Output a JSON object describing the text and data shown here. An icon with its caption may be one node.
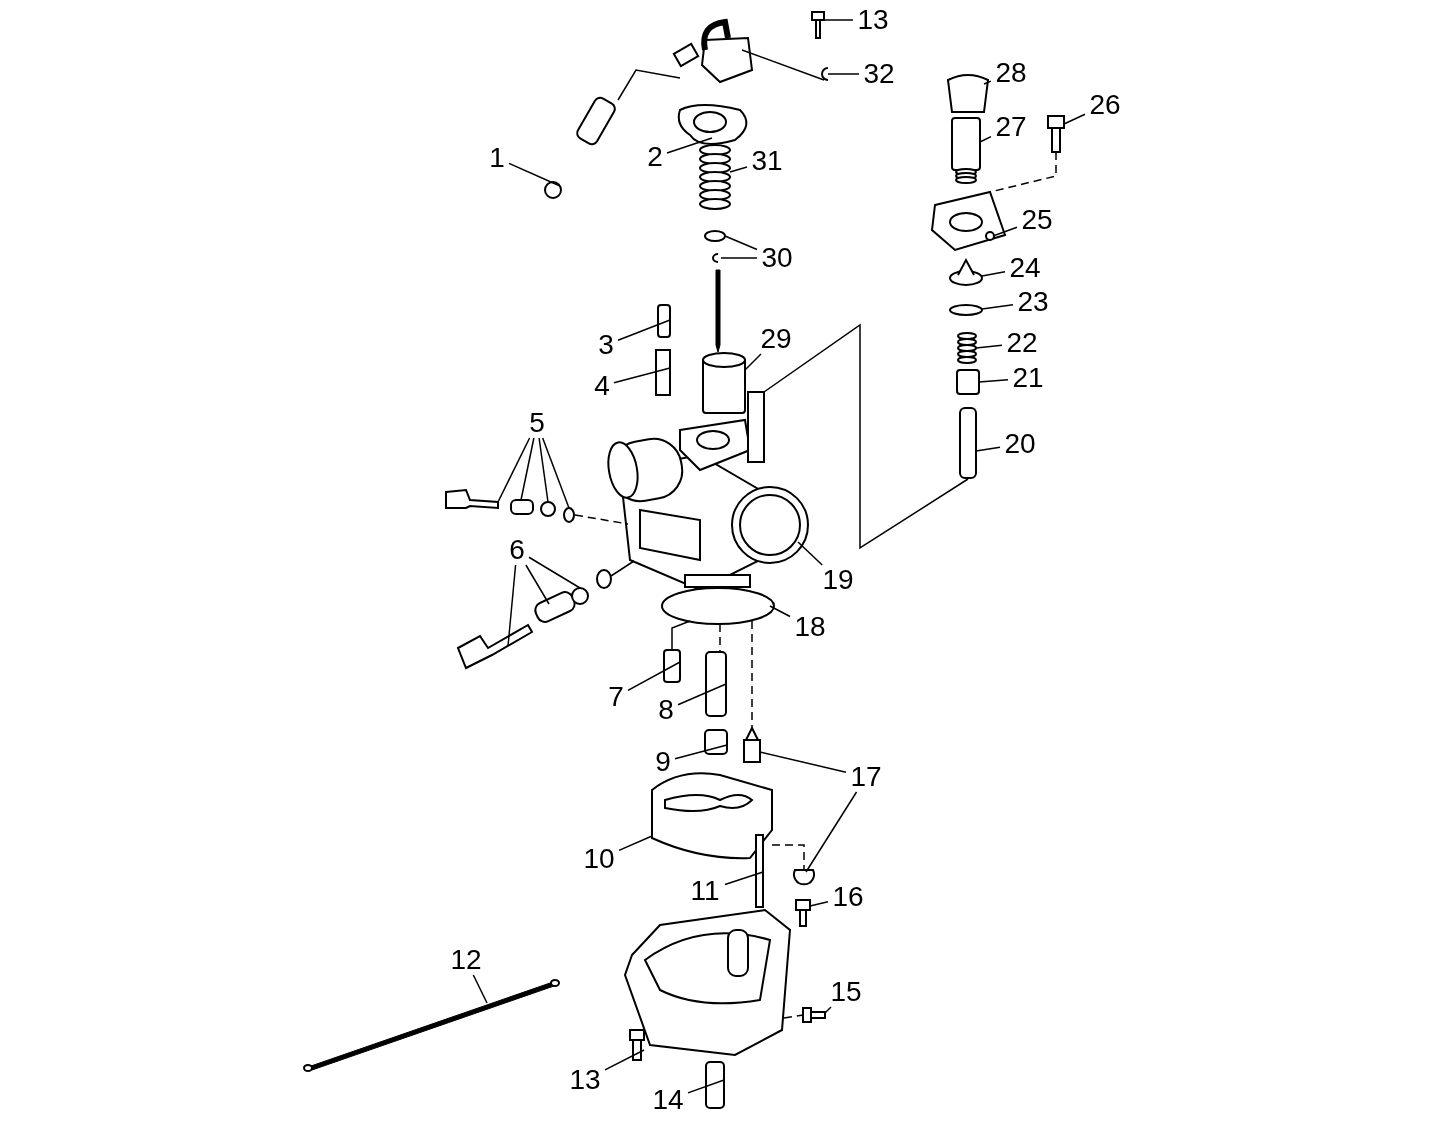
{
  "diagram": {
    "nodes": [
      {
        "text": [
          "13"
        ]
      },
      {
        "text": [
          "32"
        ]
      },
      {
        "text": [
          "28"
        ]
      },
      {
        "text": [
          "26"
        ]
      },
      {
        "text": [
          "27"
        ]
      },
      {
        "text": [
          "1"
        ]
      },
      {
        "text": [
          "2"
        ]
      },
      {
        "text": [
          "31"
        ]
      },
      {
        "text": [
          "25"
        ]
      },
      {
        "text": [
          "30"
        ]
      },
      {
        "text": [
          "24"
        ]
      },
      {
        "text": [
          "23"
        ]
      },
      {
        "text": [
          "29"
        ]
      },
      {
        "text": [
          "22"
        ]
      },
      {
        "text": [
          "3"
        ]
      },
      {
        "text": [
          "21"
        ]
      },
      {
        "text": [
          "4"
        ]
      },
      {
        "text": [
          "5"
        ]
      },
      {
        "text": [
          "20"
        ]
      },
      {
        "text": [
          "6"
        ]
      },
      {
        "text": [
          "19"
        ]
      },
      {
        "text": [
          "18"
        ]
      },
      {
        "text": [
          "7"
        ]
      },
      {
        "text": [
          "8"
        ]
      },
      {
        "text": [
          "9"
        ]
      },
      {
        "text": [
          "17"
        ]
      },
      {
        "text": [
          "10"
        ]
      },
      {
        "text": [
          "11"
        ]
      },
      {
        "text": [
          "16"
        ]
      },
      {
        "text": [
          "12"
        ]
      },
      {
        "text": [
          "15"
        ]
      },
      {
        "text": [
          "13"
        ]
      },
      {
        "text": [
          "14"
        ]
      },
      {
        "text": [],
        "shape": "box"
      },
      {
        "text": [],
        "shape": "circle"
      },
      {
        "text": [],
        "shape": "box"
      },
      {
        "text": [],
        "shape": "box"
      },
      {
        "text": [],
        "shape": "box"
      },
      {
        "text": [],
        "shape": "circle"
      },
      {
        "text": [],
        "shape": "picture"
      },
      {
        "text": [],
        "shape": "picture"
      },
      {
        "text": [],
        "shape": "picture"
      },
      {
        "text": [],
        "shape": "circle"
      },
      {
        "text": [],
        "shape": "circle"
      },
      {
        "text": [],
        "shape": "circle"
      },
      {
        "text": [],
        "shape": "circle"
      },
      {
        "text": [],
        "shape": "cylinder"
      },
      {
        "text": [],
        "shape": "picture"
      },
      {
        "text": [],
        "shape": "box"
      },
      {
        "text": [],
        "shape": "box"
      },
      {
        "text": [],
        "shape": "box"
      },
      {
        "text": [],
        "shape": "box"
      },
      {
        "text": [],
        "shape": "box"
      },
      {
        "text": [],
        "shape": "circle"
      },
      {
        "text": [],
        "shape": "circle"
      },
      {
        "text": [],
        "shape": "box"
      },
      {
        "text": [],
        "shape": "box"
      },
      {
        "text": [],
        "shape": "box"
      },
      {
        "text": [],
        "shape": "circle"
      },
      {
        "text": [],
        "shape": "picture"
      },
      {
        "text": [],
        "shape": "circle"
      },
      {
        "text": [],
        "shape": "box"
      },
      {
        "text": [],
        "shape": "box"
      },
      {
        "text": [],
        "shape": "box"
      },
      {
        "text": [],
        "shape": "box"
      },
      {
        "text": [],
        "shape": "circle"
      },
      {
        "text": [],
        "shape": "picture"
      },
      {
        "text": [],
        "shape": "bar"
      },
      {
        "text": [],
        "shape": "box"
      },
      {
        "text": [],
        "shape": "bar"
      },
      {
        "text": [],
        "shape": "box"
      },
      {
        "text": [],
        "shape": "box"
      },
      {
        "text": [],
        "shape": "box"
      },
      {
        "text": [],
        "shape": "picture"
      },
      {
        "text": [],
        "shape": "box"
      },
      {
        "text": [],
        "shape": "bar"
      },
      {
        "text": [],
        "shape": "circle"
      },
      {
        "text": [],
        "shape": "picture"
      }
    ],
    "edges": [
      {
        "from": 0,
        "to": 33,
        "arrow": "none"
      },
      {
        "from": 1,
        "to": 34,
        "arrow": "none"
      },
      {
        "from": 2,
        "to": 35,
        "arrow": "none"
      },
      {
        "from": 3,
        "to": 36,
        "arrow": "none"
      },
      {
        "from": 4,
        "to": 37,
        "arrow": "none"
      },
      {
        "from": 5,
        "to": 38,
        "arrow": "none"
      },
      {
        "from": 6,
        "to": 39,
        "arrow": "none"
      },
      {
        "from": 7,
        "to": 40,
        "arrow": "none"
      },
      {
        "from": 8,
        "to": 41,
        "arrow": "none"
      },
      {
        "from": 9,
        "to": 42,
        "arrow": "none"
      },
      {
        "from": 9,
        "to": 43,
        "arrow": "none"
      },
      {
        "from": 10,
        "to": 44,
        "arrow": "none"
      },
      {
        "from": 11,
        "to": 45,
        "arrow": "none"
      },
      {
        "from": 12,
        "to": 46,
        "arrow": "none"
      },
      {
        "from": 13,
        "to": 47,
        "arrow": "none"
      },
      {
        "from": 14,
        "to": 48,
        "arrow": "none"
      },
      {
        "from": 15,
        "to": 49,
        "arrow": "none"
      },
      {
        "from": 16,
        "to": 50,
        "arrow": "none"
      },
      {
        "from": 17,
        "to": 51,
        "arrow": "none"
      },
      {
        "from": 17,
        "to": 52,
        "arrow": "none"
      },
      {
        "from": 17,
        "to": 53,
        "arrow": "none"
      },
      {
        "from": 17,
        "to": 54,
        "arrow": "none"
      },
      {
        "from": 18,
        "to": 55,
        "arrow": "none"
      },
      {
        "from": 19,
        "to": 56,
        "arrow": "none"
      },
      {
        "from": 19,
        "to": 57,
        "arrow": "none"
      },
      {
        "from": 19,
        "to": 58,
        "arrow": "none"
      },
      {
        "from": 20,
        "to": 59,
        "arrow": "none"
      },
      {
        "from": 21,
        "to": 60,
        "arrow": "none"
      },
      {
        "from": 22,
        "to": 61,
        "arrow": "none"
      },
      {
        "from": 23,
        "to": 62,
        "arrow": "none"
      },
      {
        "from": 24,
        "to": 63,
        "arrow": "none"
      },
      {
        "from": 25,
        "to": 64,
        "arrow": "none"
      },
      {
        "from": 25,
        "to": 65,
        "arrow": "none"
      },
      {
        "from": 26,
        "to": 66,
        "arrow": "none"
      },
      {
        "from": 27,
        "to": 67,
        "arrow": "none"
      },
      {
        "from": 28,
        "to": 68,
        "arrow": "none"
      },
      {
        "from": 29,
        "to": 69,
        "arrow": "none"
      },
      {
        "from": 30,
        "to": 70,
        "arrow": "none"
      },
      {
        "from": 31,
        "to": 71,
        "arrow": "none"
      },
      {
        "from": 32,
        "to": 72,
        "arrow": "none"
      },
      {
        "from": 74,
        "to": 73,
        "arrow": "none"
      },
      {
        "from": 73,
        "to": 34,
        "arrow": "none"
      },
      {
        "from": 59,
        "to": 55,
        "arrow": "none"
      },
      {
        "from": 36,
        "to": 41,
        "arrow": "none",
        "style": "dashed"
      },
      {
        "from": 54,
        "to": 59,
        "arrow": "none",
        "style": "dashed"
      },
      {
        "from": 76,
        "to": 59,
        "arrow": "none"
      },
      {
        "from": 60,
        "to": 62,
        "arrow": "none",
        "style": "dashed"
      },
      {
        "from": 60,
        "to": 64,
        "arrow": "none",
        "style": "dashed"
      },
      {
        "from": 61,
        "to": 60,
        "arrow": "none"
      },
      {
        "from": 66,
        "to": 65,
        "arrow": "none",
        "style": "dashed"
      },
      {
        "from": 77,
        "to": 70,
        "arrow": "none",
        "style": "dashed"
      }
    ]
  }
}
